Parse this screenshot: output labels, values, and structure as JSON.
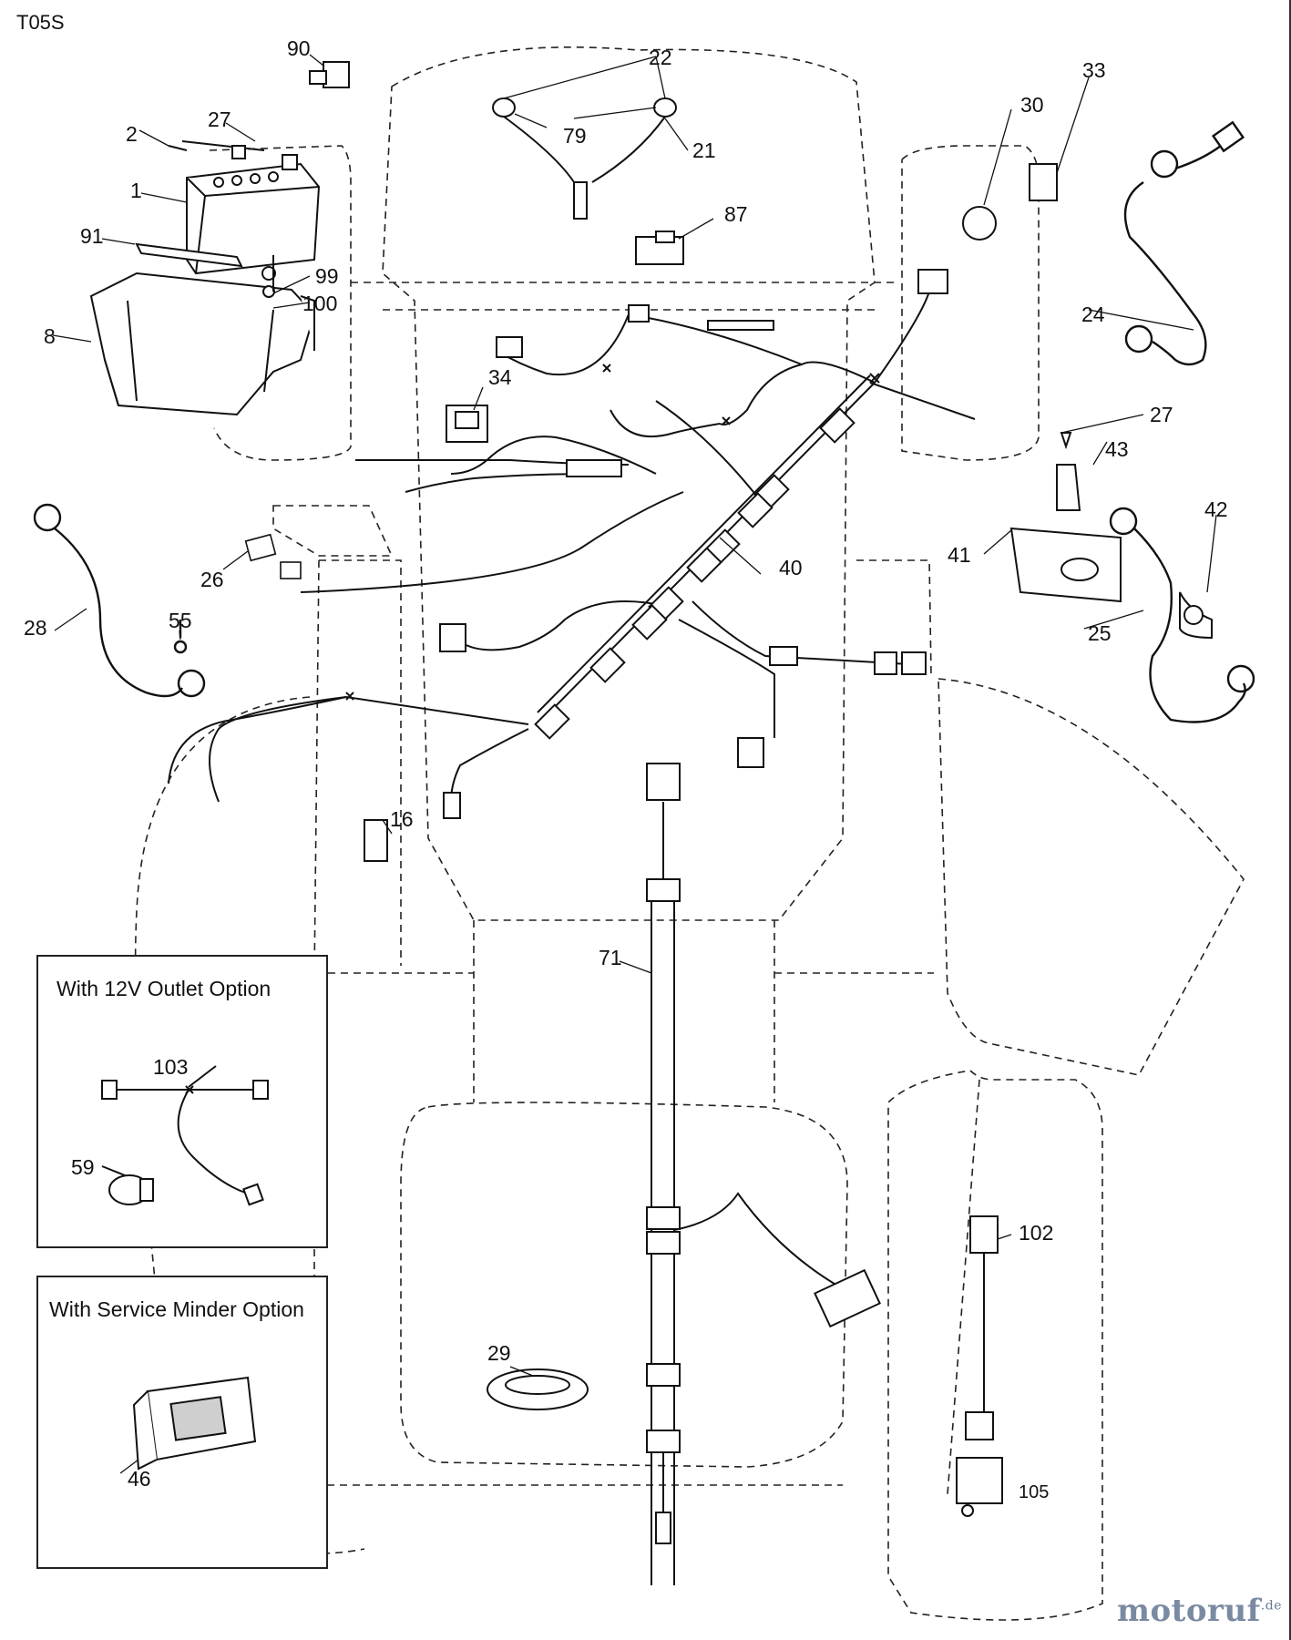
{
  "diagram": {
    "code": "T05S",
    "labels": {
      "p1": "1",
      "p2": "2",
      "p8": "8",
      "p16": "16",
      "p21": "21",
      "p22": "22",
      "p24": "24",
      "p25": "25",
      "p26": "26",
      "p27a": "27",
      "p27b": "27",
      "p28": "28",
      "p29": "29",
      "p30": "30",
      "p33": "33",
      "p34": "34",
      "p40": "40",
      "p41": "41",
      "p42": "42",
      "p43": "43",
      "p46": "46",
      "p55": "55",
      "p59": "59",
      "p71": "71",
      "p79": "79",
      "p87": "87",
      "p90": "90",
      "p91": "91",
      "p99": "99",
      "p100": "100",
      "p102": "102",
      "p103": "103",
      "p105": "105"
    },
    "insets": {
      "outlet_title": "With 12V Outlet Option",
      "service_title": "With Service Minder Option"
    }
  },
  "watermark": {
    "brand": "motoruf",
    "suffix": ".de"
  }
}
